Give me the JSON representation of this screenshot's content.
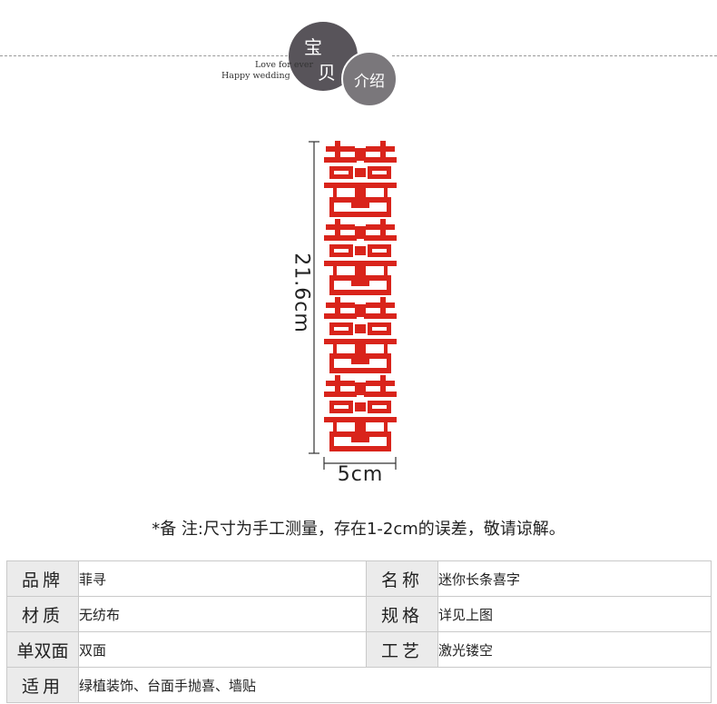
{
  "header": {
    "circle_main_chars": [
      "宝",
      "贝"
    ],
    "circle_small_text": "介绍",
    "tagline_1": "Love for ever",
    "tagline_2": "Happy wedding"
  },
  "product": {
    "height_label": "21.6cm",
    "width_label": "5cm",
    "color": "#d9241b",
    "glyph_count": 4
  },
  "note": "*备  注:尺寸为手工测量，存在1-2cm的误差，敬请谅解。",
  "specs": {
    "rows": [
      [
        {
          "label": "品牌",
          "value": "菲寻"
        },
        {
          "label": "名称",
          "value": "迷你长条喜字"
        }
      ],
      [
        {
          "label": "材质",
          "value": "无纺布"
        },
        {
          "label": "规格",
          "value": "详见上图"
        }
      ],
      [
        {
          "label": "单双面",
          "value": "双面"
        },
        {
          "label": "工艺",
          "value": "激光镂空"
        }
      ],
      [
        {
          "label": "适用",
          "value": "绿植装饰、台面手抛喜、墙贴"
        }
      ]
    ]
  }
}
